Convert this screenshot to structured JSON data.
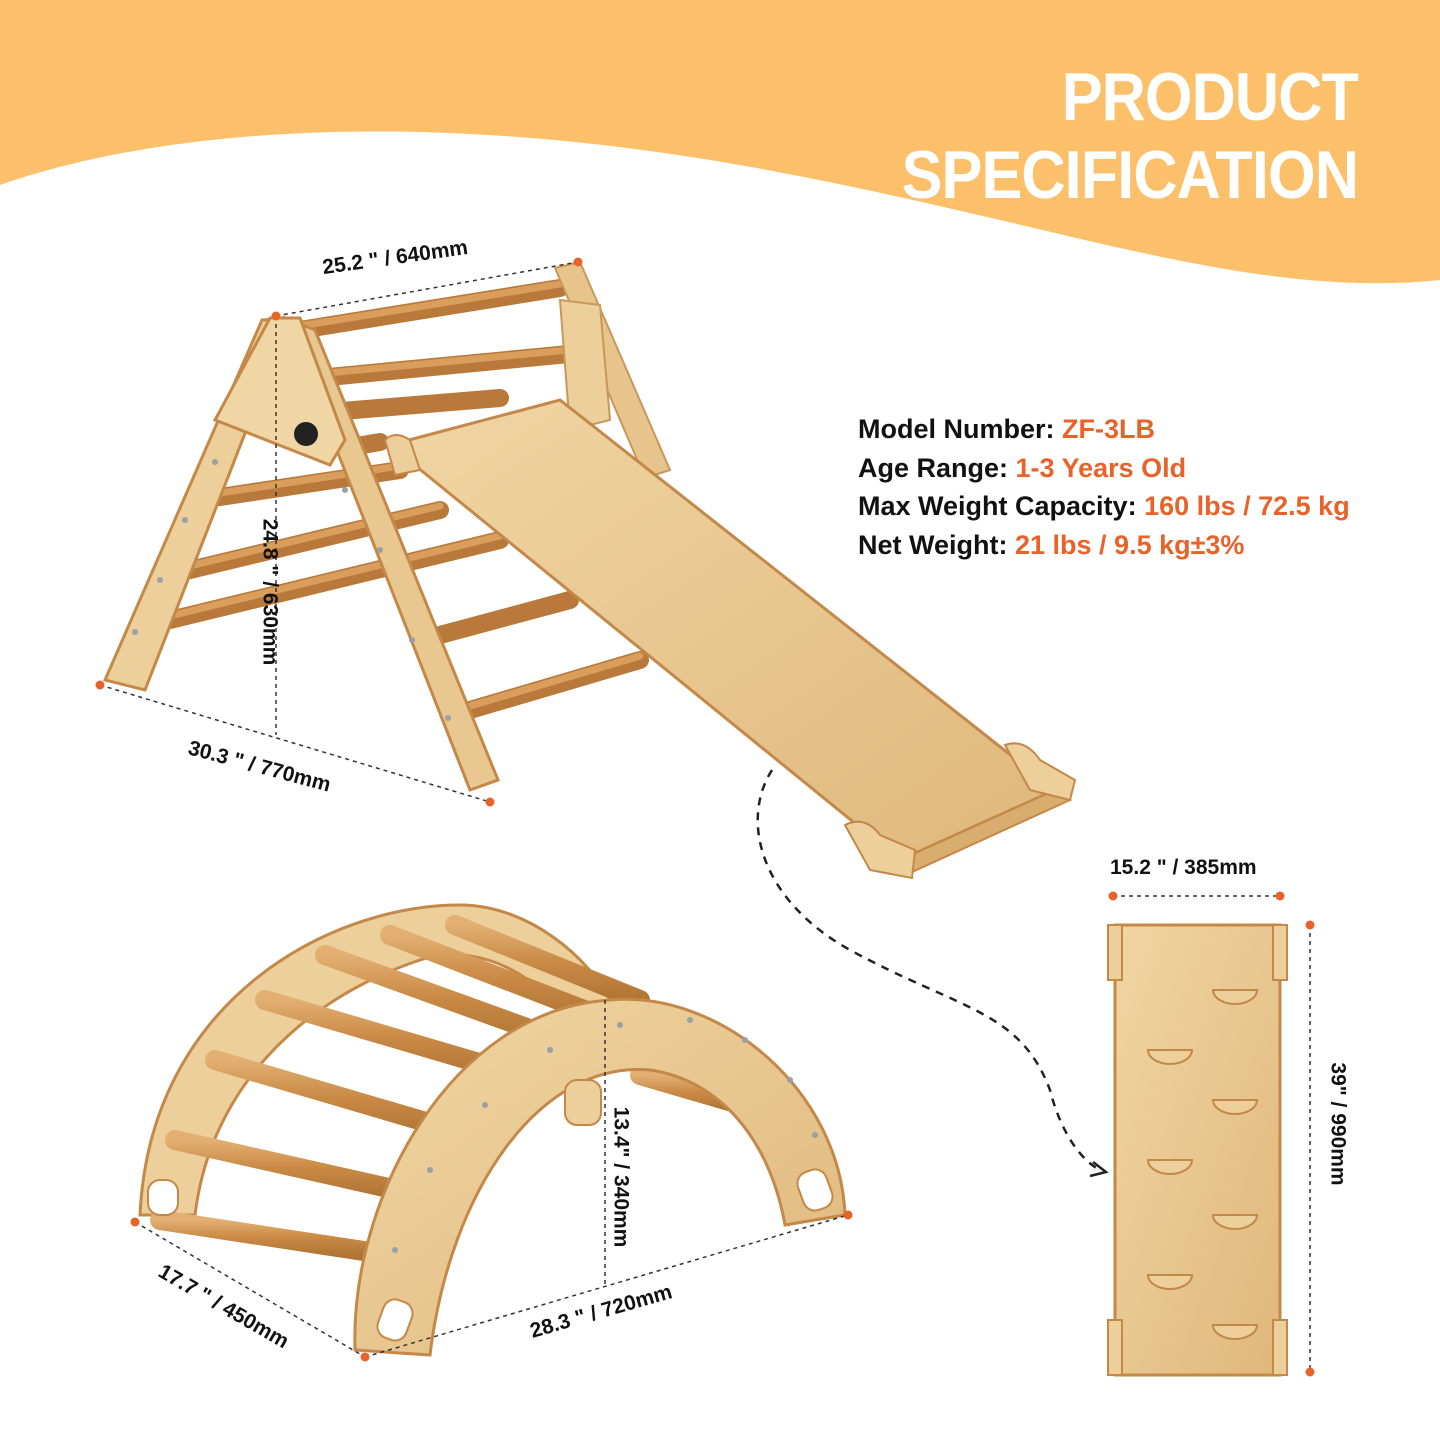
{
  "header": {
    "title_line1": "PRODUCT",
    "title_line2": "SPECIFICATION",
    "banner_color": "#fcc06a"
  },
  "specs": [
    {
      "label": "Model Number: ",
      "value": "ZF-3LB"
    },
    {
      "label": "Age Range: ",
      "value": "1-3 Years Old"
    },
    {
      "label": "Max Weight Capacity: ",
      "value": "160 lbs / 72.5 kg"
    },
    {
      "label": "Net Weight: ",
      "value": "21 lbs / 9.5 kg±3%"
    }
  ],
  "colors": {
    "accent": "#e8622a",
    "wood_light": "#eccf9a",
    "wood_mid": "#ddb274",
    "wood_dark": "#c48848"
  },
  "dimensions": {
    "triangle_width": "25.2 \" / 640mm",
    "triangle_height": "24.8 \" / 630mm",
    "triangle_depth": "30.3 \" / 770mm",
    "ramp_width": "15.2 \" / 385mm",
    "ramp_length": "39\" / 990mm",
    "arch_height": "13.4\" / 340mm",
    "arch_depth": "17.7 \" / 450mm",
    "arch_length": "28.3 \" / 720mm"
  }
}
